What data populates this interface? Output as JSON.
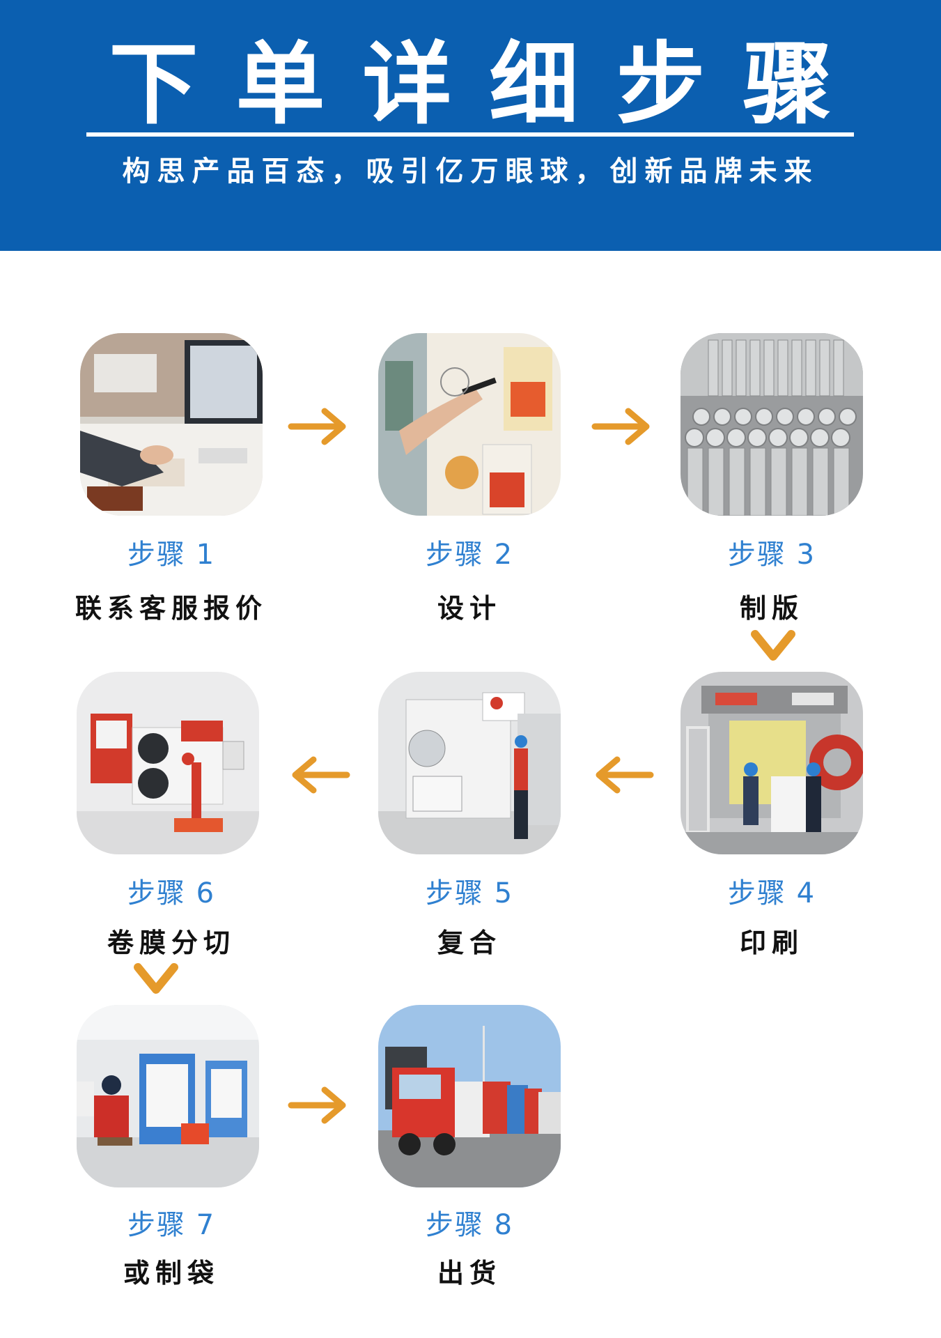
{
  "header": {
    "title": "下单详细步骤",
    "subtitle": "构思产品百态，吸引亿万眼球，创新品牌未来"
  },
  "colors": {
    "banner": "#0b5fb0",
    "step_label": "#2f80d0",
    "arrow": "#e59a2b"
  },
  "icons": {
    "right_arrow": "arrow-right-icon",
    "left_arrow": "arrow-left-icon",
    "down_chevron": "chevron-down-icon"
  },
  "steps": [
    {
      "label": "步骤 1",
      "name": "联系客服报价"
    },
    {
      "label": "步骤 2",
      "name": "设计"
    },
    {
      "label": "步骤 3",
      "name": "制版"
    },
    {
      "label": "步骤 4",
      "name": "印刷"
    },
    {
      "label": "步骤 5",
      "name": "复合"
    },
    {
      "label": "步骤 6",
      "name": "卷膜分切"
    },
    {
      "label": "步骤 7",
      "name": "或制袋"
    },
    {
      "label": "步骤 8",
      "name": "出货"
    }
  ]
}
